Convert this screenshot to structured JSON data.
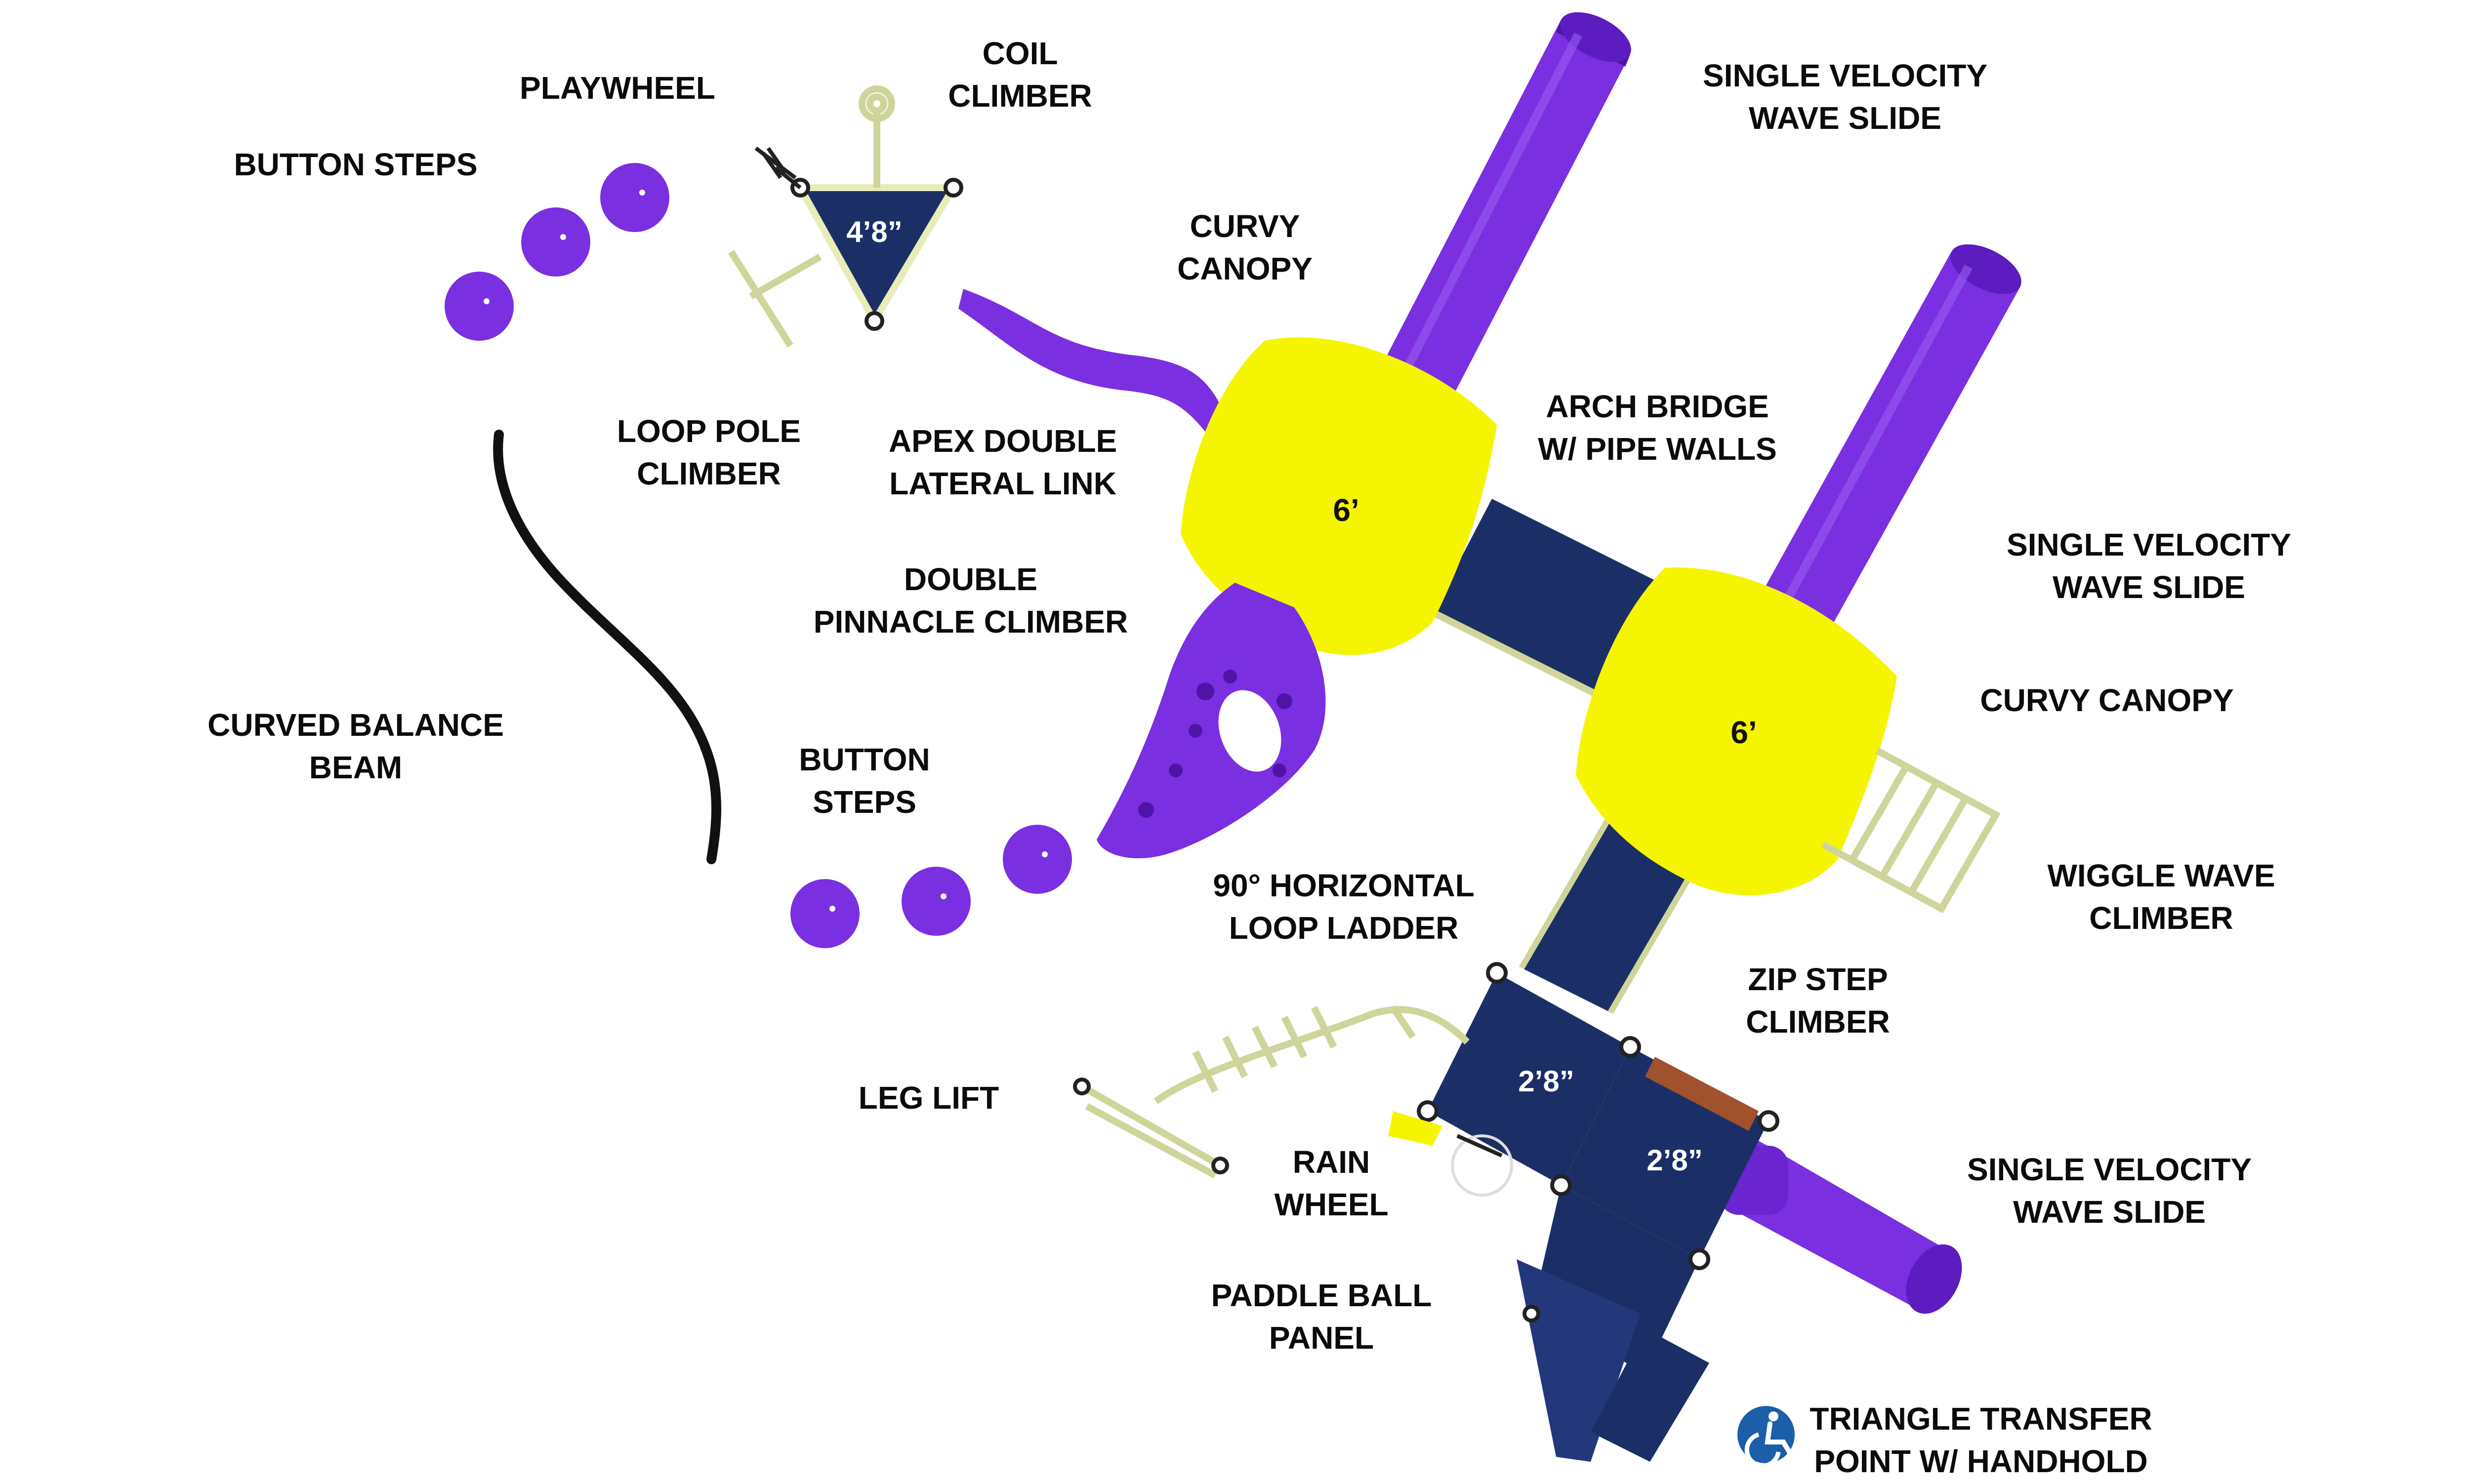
{
  "colors": {
    "purple": "#7a2fe0",
    "purple_dark": "#4f13a8",
    "yellow": "#f5f500",
    "navy": "#1b2f66",
    "frame": "#e7ecb8",
    "frame_stroke": "#9fa36a",
    "black": "#111111",
    "accessibility_blue": "#1c5ea8"
  },
  "labels": {
    "playwheel": [
      "PLAYWHEEL"
    ],
    "coil_climber": [
      "COIL",
      "CLIMBER"
    ],
    "button_steps_top": [
      "BUTTON STEPS"
    ],
    "curvy_canopy_1": [
      "CURVY",
      "CANOPY"
    ],
    "single_velocity_1": [
      "SINGLE VELOCITY",
      "WAVE SLIDE"
    ],
    "loop_pole_climber": [
      "LOOP POLE",
      "CLIMBER"
    ],
    "apex_double_link": [
      "APEX DOUBLE",
      "LATERAL LINK"
    ],
    "arch_bridge": [
      "ARCH BRIDGE",
      "W/ PIPE WALLS"
    ],
    "single_velocity_2": [
      "SINGLE VELOCITY",
      "WAVE SLIDE"
    ],
    "double_pinnacle": [
      "DOUBLE",
      "PINNACLE CLIMBER"
    ],
    "curvy_canopy_2": [
      "CURVY CANOPY"
    ],
    "curved_balance_beam": [
      "CURVED BALANCE",
      "BEAM"
    ],
    "button_steps_mid": [
      "BUTTON",
      "STEPS"
    ],
    "wiggle_wave": [
      "WIGGLE WAVE",
      "CLIMBER"
    ],
    "horizontal_loop_ladder": [
      "90° HORIZONTAL",
      "LOOP LADDER"
    ],
    "zip_step": [
      "ZIP STEP",
      "CLIMBER"
    ],
    "leg_lift": [
      "LEG LIFT"
    ],
    "rain_wheel": [
      "RAIN",
      "WHEEL"
    ],
    "single_velocity_3": [
      "SINGLE VELOCITY",
      "WAVE SLIDE"
    ],
    "paddle_ball": [
      "PADDLE BALL",
      "PANEL"
    ],
    "triangle_transfer": [
      "TRIANGLE TRANSFER",
      "POINT W/ HANDHOLD"
    ]
  },
  "heights": {
    "triangle_deck": "4’8”",
    "canopy_deck_1": "6’",
    "canopy_deck_2": "6’",
    "deck_low_1": "2’8”",
    "deck_low_2": "2’8”"
  },
  "icons": {
    "accessibility": "wheelchair-accessibility-icon"
  }
}
